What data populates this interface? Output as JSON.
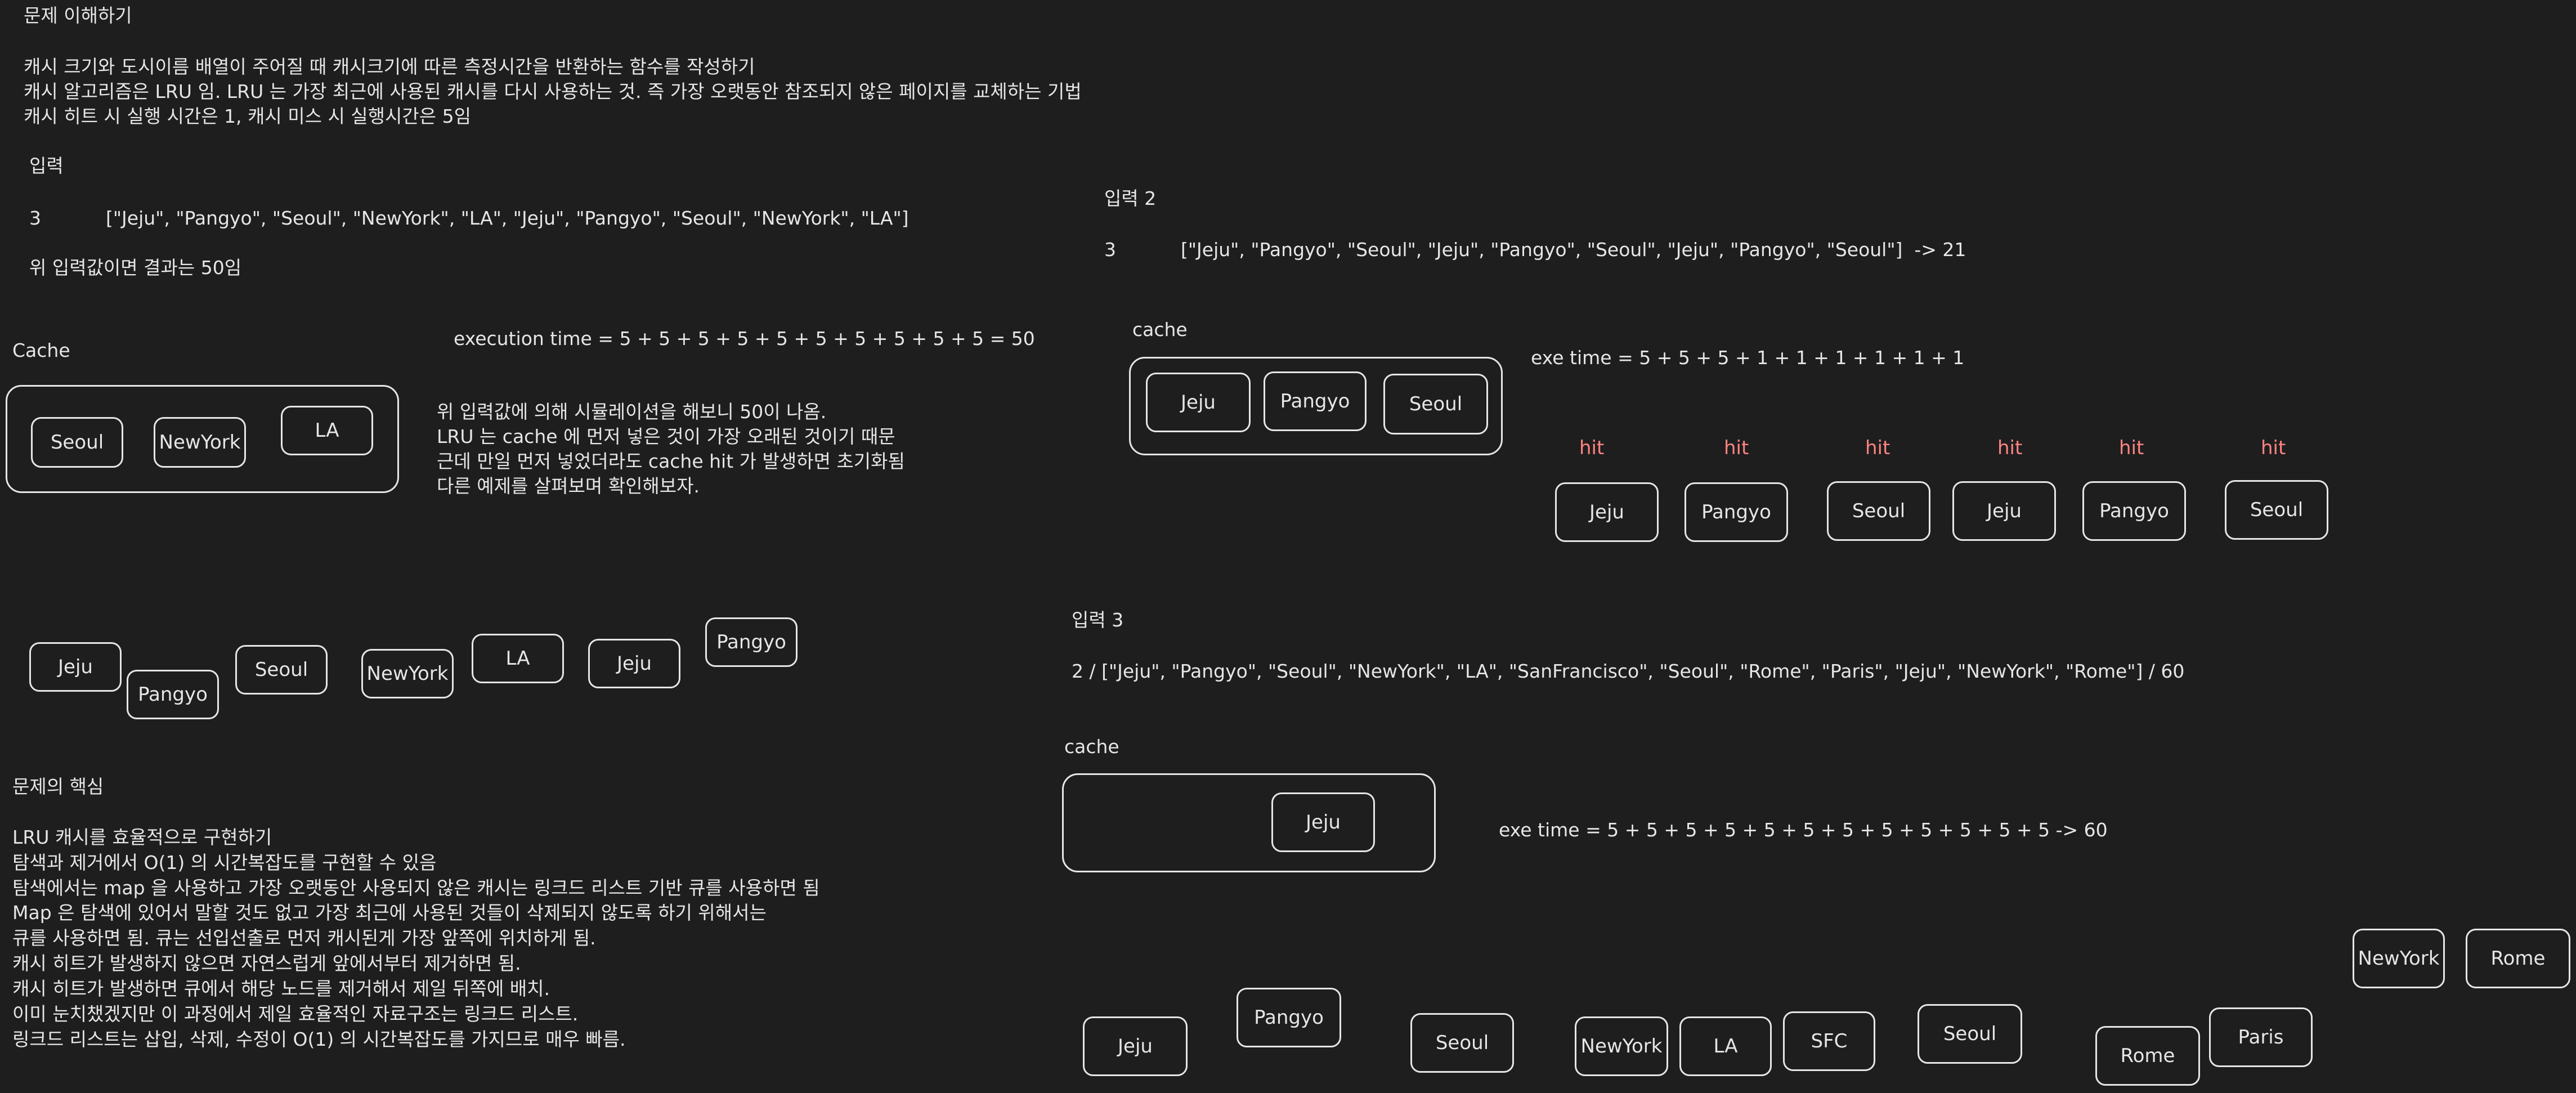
{
  "understanding": {
    "heading": "문제 이해하기",
    "line1": "캐시 크기와 도시이름 배열이 주어질 때 캐시크기에 따른 측정시간을 반환하는 함수를 작성하기",
    "line2": "캐시 알고리즘은 LRU 임. LRU 는 가장 최근에 사용된 캐시를 다시 사용하는 것. 즉 가장 오랫동안 참조되지 않은 페이지를 교체하는 기법",
    "line3": "캐시 히트 시 실행 시간은 1, 캐시 미스 시 실행시간은 5임"
  },
  "input1": {
    "label": "입력",
    "size": "3",
    "array": "[\"Jeju\", \"Pangyo\", \"Seoul\", \"NewYork\", \"LA\", \"Jeju\", \"Pangyo\", \"Seoul\", \"NewYork\", \"LA\"]",
    "result": "위 입력값이면 결과는 50임",
    "exec": "execution time = 5 + 5 + 5 + 5 + 5 + 5 + 5 + 5 + 5 + 5 = 50",
    "cache_label": "Cache",
    "cache_items": [
      "Seoul",
      "NewYork",
      "LA"
    ],
    "note1": "위 입력값에 의해 시뮬레이션을 해보니 50이 나옴.",
    "note2": "LRU 는 cache 에 먼저 넣은 것이 가장 오래된 것이기 때문",
    "note3": "근데 만일 먼저 넣었더라도 cache hit 가 발생하면 초기화됨",
    "note4": "다른 예제를 살펴보며 확인해보자.",
    "sequence": [
      "Jeju",
      "Pangyo",
      "Seoul",
      "NewYork",
      "LA",
      "Jeju",
      "Pangyo"
    ]
  },
  "core": {
    "heading": "문제의 핵심",
    "lines": [
      "LRU 캐시를 효율적으로 구현하기",
      "탐색과 제거에서 O(1) 의 시간복잡도를 구현할 수 있음",
      "탐색에서는 map 을 사용하고 가장 오랫동안 사용되지 않은 캐시는 링크드 리스트 기반 큐를 사용하면 됨",
      "Map 은 탐색에 있어서 말할 것도 없고 가장 최근에 사용된 것들이 삭제되지 않도록 하기 위해서는",
      "큐를 사용하면 됨. 큐는 선입선출로 먼저 캐시된게 가장 앞쪽에 위치하게 됨.",
      "캐시 히트가 발생하지 않으면 자연스럽게 앞에서부터 제거하면 됨.",
      "캐시 히트가 발생하면 큐에서 해당 노드를 제거해서 제일 뒤쪽에 배치.",
      "이미 눈치챘겠지만 이 과정에서 제일 효율적인 자료구조는 링크드 리스트.",
      "링크드 리스트는 삽입, 삭제, 수정이 O(1) 의 시간복잡도를 가지므로 매우 빠름."
    ]
  },
  "input2": {
    "label": "입력 2",
    "size": "3",
    "array": "[\"Jeju\", \"Pangyo\", \"Seoul\", \"Jeju\", \"Pangyo\", \"Seoul\", \"Jeju\", \"Pangyo\", \"Seoul\"]  -> 21",
    "cache_label": "cache",
    "cache_items": [
      "Jeju",
      "Pangyo",
      "Seoul"
    ],
    "exe": "exe time = 5 + 5 + 5 + 1 + 1 + 1 + 1 + 1 + 1",
    "hit_label": "hit",
    "hits": [
      "Jeju",
      "Pangyo",
      "Seoul",
      "Jeju",
      "Pangyo",
      "Seoul"
    ]
  },
  "input3": {
    "label": "입력 3",
    "line": "2 / [\"Jeju\", \"Pangyo\", \"Seoul\", \"NewYork\", \"LA\", \"SanFrancisco\", \"Seoul\", \"Rome\", \"Paris\", \"Jeju\", \"NewYork\", \"Rome\"] / 60",
    "cache_label": "cache",
    "cache_items": [
      "Jeju"
    ],
    "exe": "exe time = 5 + 5 + 5 + 5 + 5 + 5 + 5 + 5 + 5 + 5 + 5 + 5 -> 60",
    "sequence": [
      "Jeju",
      "Pangyo",
      "Seoul",
      "NewYork",
      "LA",
      "SFC",
      "Seoul",
      "Rome",
      "Paris",
      "NewYork",
      "Rome"
    ]
  },
  "colors": {
    "background": "#1e1e1e",
    "stroke": "#e6e6e6",
    "hit": "#ff8383"
  }
}
